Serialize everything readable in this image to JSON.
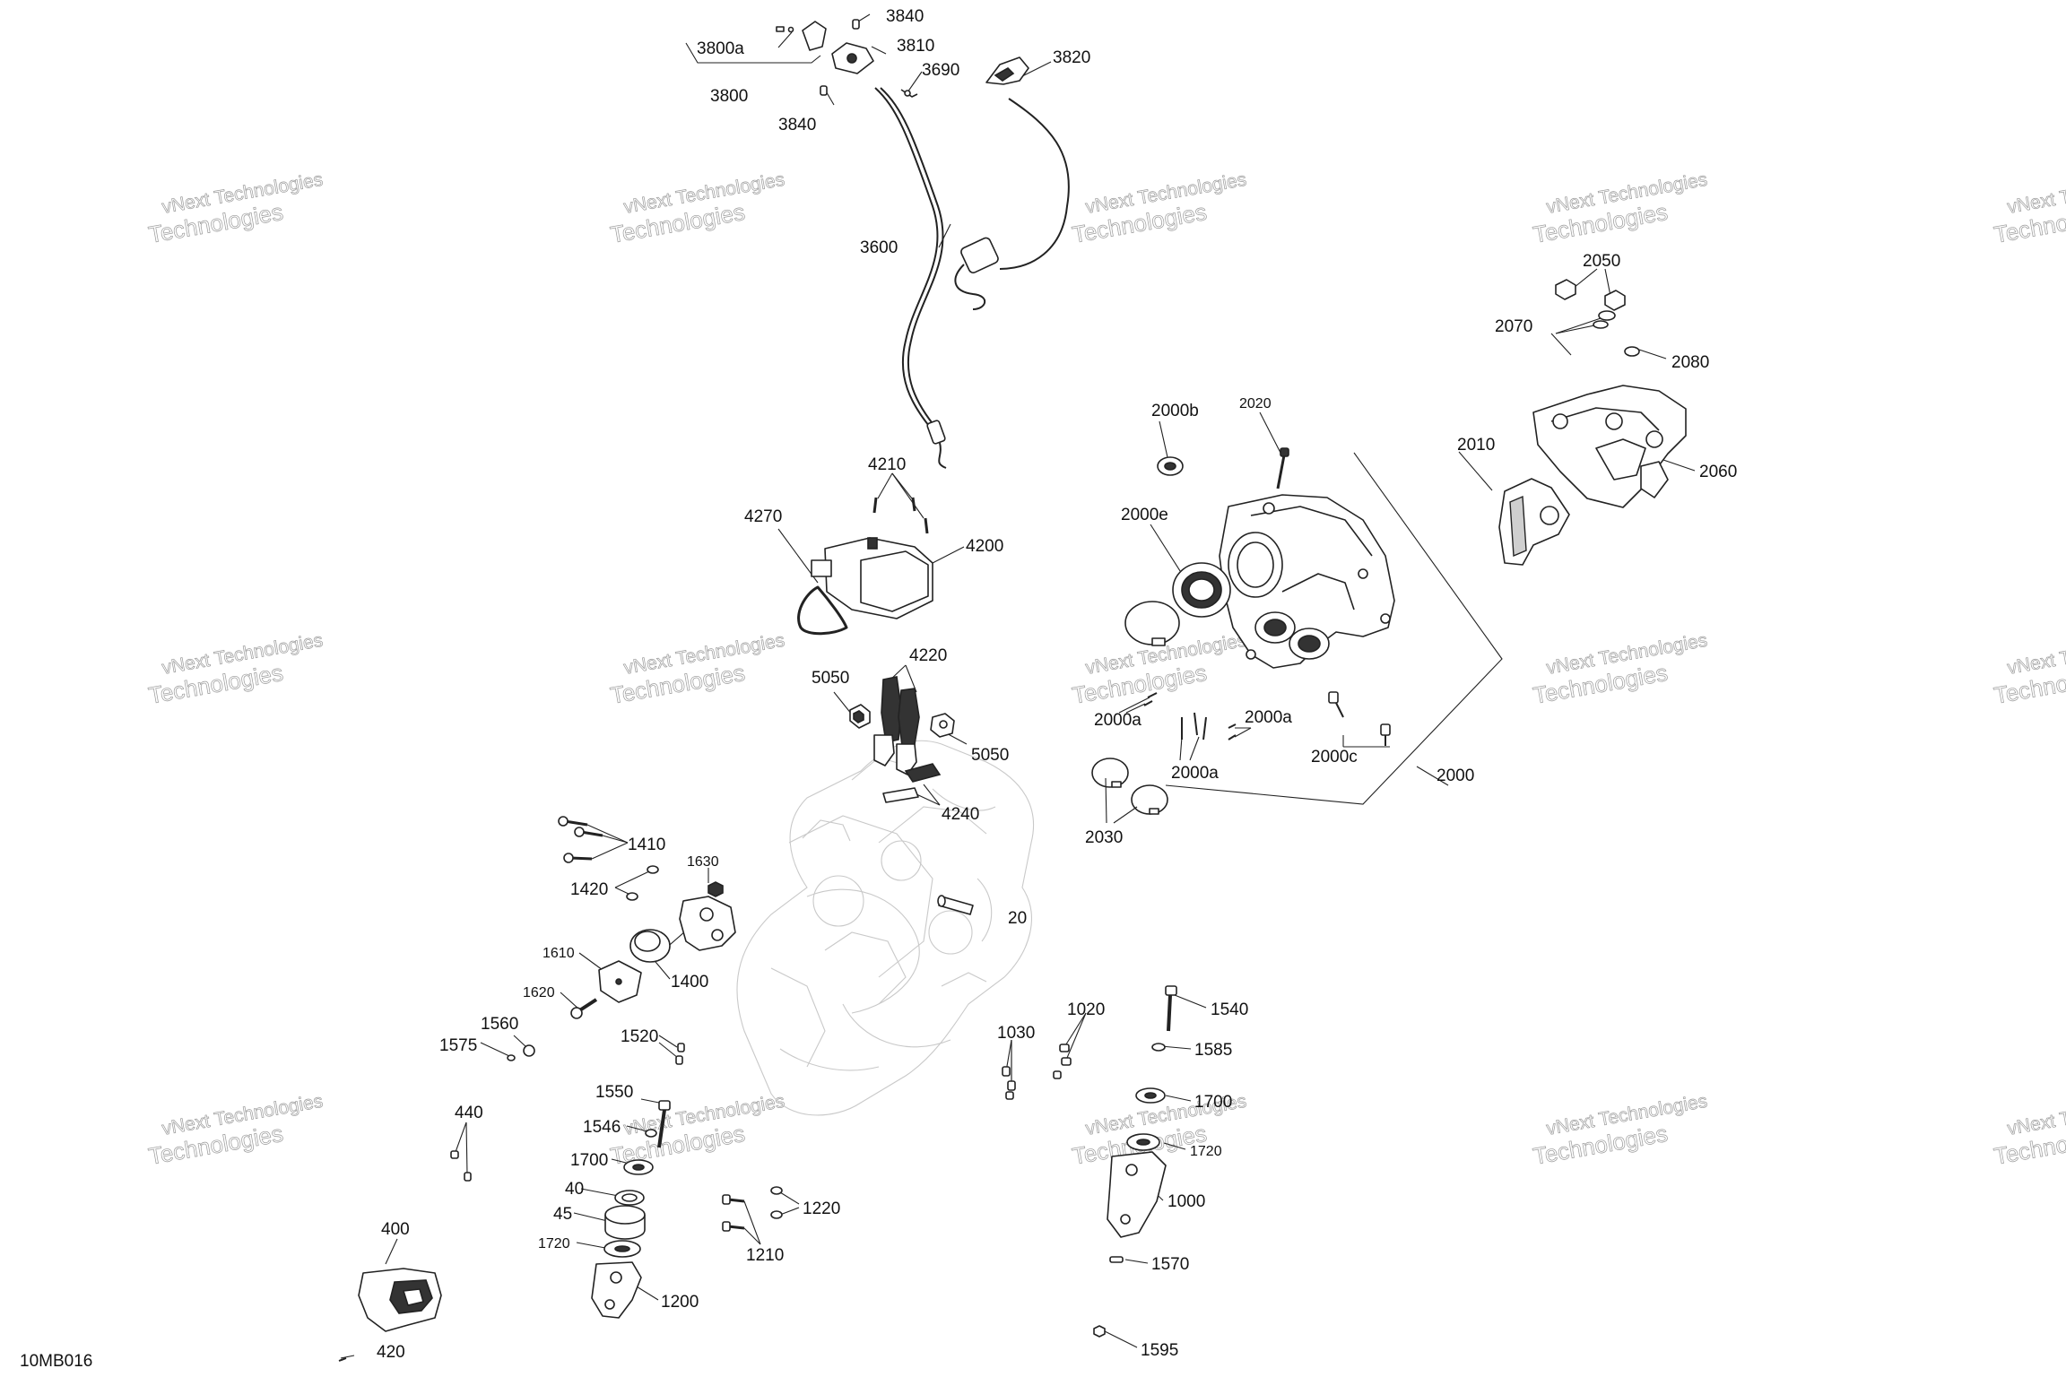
{
  "diagram_code": "10MB016",
  "watermark": {
    "line1": "vNext Technologies",
    "line2": "Technologies"
  },
  "labels": {
    "l3840a": "3840",
    "l3800a": "3800a",
    "l3810": "3810",
    "l3690": "3690",
    "l3800": "3800",
    "l3840b": "3840",
    "l3820": "3820",
    "l3600": "3600",
    "l2050": "2050",
    "l2070": "2070",
    "l2080": "2080",
    "l2000b": "2000b",
    "l2020": "2020",
    "l2010": "2010",
    "l2060": "2060",
    "l2000e": "2000e",
    "l4210": "4210",
    "l4270": "4270",
    "l4200": "4200",
    "l4220": "4220",
    "l5050a": "5050",
    "l5050b": "5050",
    "l4240": "4240",
    "l2000a1": "2000a",
    "l2000a2": "2000a",
    "l2000a3": "2000a",
    "l2000c": "2000c",
    "l2000": "2000",
    "l2030": "2030",
    "l1410": "1410",
    "l1420": "1420",
    "l1630": "1630",
    "l20": "20",
    "l1610": "1610",
    "l1400": "1400",
    "l1620": "1620",
    "l1560": "1560",
    "l1575": "1575",
    "l1520": "1520",
    "l1020": "1020",
    "l1030": "1030",
    "l1540": "1540",
    "l1585": "1585",
    "l1550": "1550",
    "l1546": "1546",
    "l440": "440",
    "l1700a": "1700",
    "l1700b": "1700",
    "l1720a": "1720",
    "l1720b": "1720",
    "l40": "40",
    "l45": "45",
    "l1220": "1220",
    "l1210": "1210",
    "l1000": "1000",
    "l400": "400",
    "l1200": "1200",
    "l1570": "1570",
    "l420": "420",
    "l1595": "1595"
  }
}
